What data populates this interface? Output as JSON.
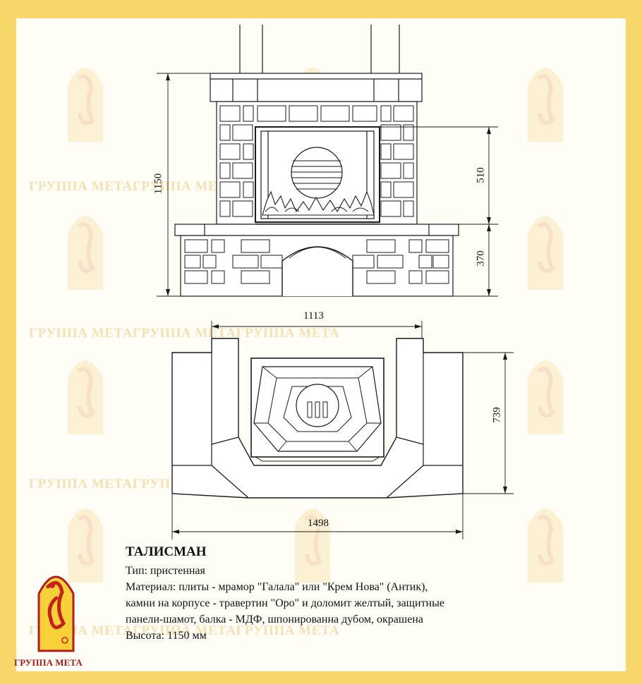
{
  "watermark": {
    "text": "ГРУППА МЕТАГРУППА МЕТАГРУППА МЕТА"
  },
  "dimensions": {
    "height_total": "1150",
    "height_firebox": "510",
    "height_base": "370",
    "width_top": "1113",
    "width_bottom": "1498",
    "depth": "739"
  },
  "product": {
    "title": "ТАЛИСМАН",
    "type_line": "Тип: пристенная",
    "material_line1": "Материал: плиты - мрамор \"Галала\" или \"Крем Нова\" (Антик),",
    "material_line2": "камни на корпусе - травертин \"Оро\" и доломит желтый, защитные",
    "material_line3": "панели-шамот, балка - МДФ, шпонированна дубом, окрашена",
    "height_line": "Высота: 1150 мм"
  },
  "brand": {
    "name": "ГРУППА МЕТА"
  },
  "colors": {
    "frame": "#f7d66a",
    "sheet": "#fffdf6",
    "brand_red": "#9a1a1a",
    "watermark": "#f3e1b4"
  }
}
